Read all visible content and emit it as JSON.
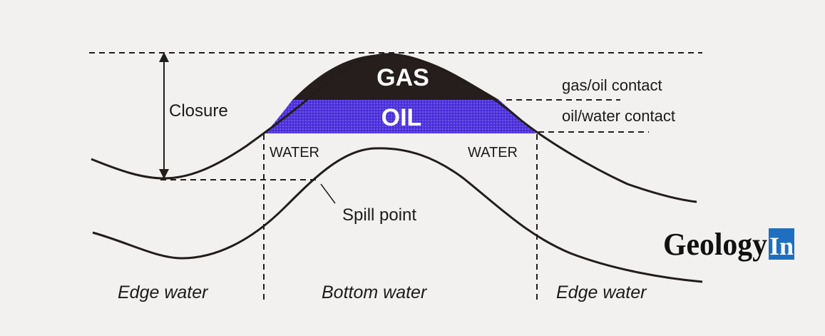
{
  "labels": {
    "gas": "GAS",
    "oil": "OIL",
    "water_left": "WATER",
    "water_right": "WATER",
    "closure": "Closure",
    "gas_oil_contact": "gas/oil contact",
    "oil_water_contact": "oil/water contact",
    "spill_point": "Spill point",
    "edge_water_left": "Edge water",
    "bottom_water": "Bottom water",
    "edge_water_right": "Edge water"
  },
  "logo": {
    "text": "Geology",
    "badge_text": "In"
  },
  "colors": {
    "background": "#f2f1ef",
    "line": "#221d1b",
    "gas": "#251e1c",
    "oil": "#4f33dc",
    "logo_badge": "#1f6fc0"
  }
}
